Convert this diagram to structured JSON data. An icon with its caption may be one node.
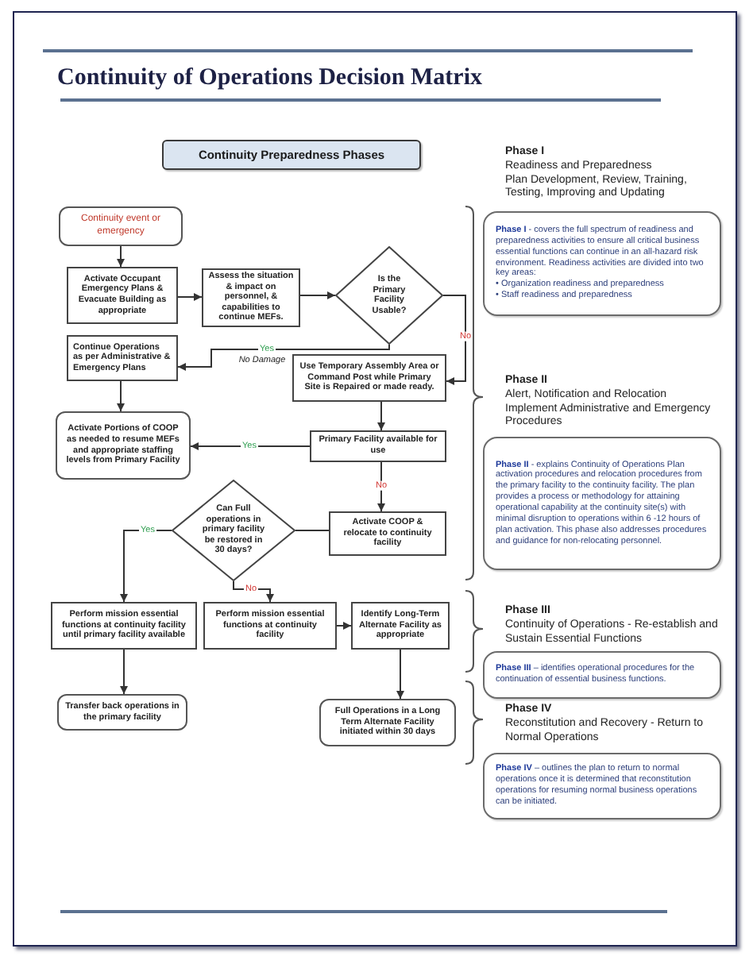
{
  "diagram": {
    "title": "Continuity of Operations Decision Matrix",
    "nodes": [
      {
        "text": [
          "Continuity Preparedness Phases"
        ]
      },
      {
        "text": [
          "Continuity event or emergency"
        ]
      },
      {
        "text": [
          "Activate Occupant Emergency Plans & Evacuate Building as appropriate"
        ]
      },
      {
        "text": [
          "Assess the situation & impact on personnel, & capabilities to continue MEFs."
        ]
      },
      {
        "text": [
          "Is the Primary Facility Usable?"
        ]
      },
      {
        "text": [
          "Continue Operations as per Administrative & Emergency Plans"
        ]
      },
      {
        "text": [
          "Use Temporary Assembly Area or Command Post while Primary Site is Repaired or made ready."
        ]
      },
      {
        "text": [
          "Activate Portions of COOP as needed to resume MEFs and appropriate staffing levels from Primary Facility"
        ]
      },
      {
        "text": [
          "Primary Facility available for use"
        ]
      },
      {
        "text": [
          "Can Full operations in primary facility be restored in 30 days?"
        ]
      },
      {
        "text": [
          "Activate COOP & relocate to continuity facility"
        ]
      },
      {
        "text": [
          "Perform mission essential functions at continuity facility until primary facility available"
        ]
      },
      {
        "text": [
          "Perform mission essential functions at continuity facility"
        ]
      },
      {
        "text": [
          "Identify Long-Term Alternate Facility as appropriate"
        ]
      },
      {
        "text": [
          "Transfer back operations in the primary facility"
        ]
      },
      {
        "text": [
          "Full Operations in a Long Term Alternate Facility initiated within 30 days"
        ]
      },
      {
        "text": [
          "**Phase I** - covers the full spectrum of readiness and preparedness activities to ensure all critical business essential functions can continue in an all-hazard risk environment. Readiness activities are divided into two key areas:",
          "• Organization readiness and preparedness",
          "• Staff readiness and preparedness"
        ],
        "beside": [
          "Phase I",
          "Readiness and Preparedness",
          "Plan Development, Review, Training, Testing, Improving and Updating"
        ]
      },
      {
        "text": [
          "**Phase II** - explains Continuity of Operations Plan activation procedures and relocation procedures from the primary facility to the continuity facility. The plan provides a process or methodology for attaining operational capability at the continuity site(s) with minimal disruption to operations within 6 -12 hours of plan activation. This phase also addresses procedures and guidance for non-relocating personnel."
        ],
        "beside": [
          "Phase II",
          "Alert, Notification and Relocation",
          "Implement Administrative and Emergency Procedures"
        ]
      },
      {
        "text": [
          "**Phase III** – identifies operational procedures for the continuation of essential business functions."
        ],
        "beside": [
          "Phase III",
          "Continuity of Operations - Re-establish and Sustain Essential Functions"
        ]
      },
      {
        "text": [
          "**Phase IV** – outlines the plan to return to normal operations once it is determined that reconstitution operations for resuming normal business operations can be initiated."
        ],
        "beside": [
          "Phase IV",
          "Reconstitution and Recovery - Return to Normal Operations"
        ]
      }
    ],
    "edges": [
      {
        "from": 1,
        "to": 2,
        "arrow": "to"
      },
      {
        "from": 2,
        "to": 3,
        "arrow": "to"
      },
      {
        "from": 3,
        "to": 4,
        "arrow": "to"
      },
      {
        "from": 4,
        "to": 5,
        "arrow": "to",
        "label": "Yes"
      },
      {
        "from": 4,
        "to": 6,
        "arrow": "to",
        "label": "No"
      },
      {
        "from": 5,
        "to": 7,
        "arrow": "to"
      },
      {
        "from": 6,
        "to": 8,
        "arrow": "to"
      },
      {
        "from": 8,
        "to": 7,
        "arrow": "to",
        "label": "Yes"
      },
      {
        "from": 8,
        "to": 10,
        "arrow": "to",
        "label": "No"
      },
      {
        "from": 10,
        "to": 9,
        "arrow": "none"
      },
      {
        "from": 9,
        "to": 11,
        "arrow": "to",
        "label": "Yes"
      },
      {
        "from": 9,
        "to": 12,
        "arrow": "to",
        "label": "No"
      },
      {
        "from": 12,
        "to": 13,
        "arrow": "to"
      },
      {
        "from": 11,
        "to": 14,
        "arrow": "to"
      },
      {
        "from": 13,
        "to": 15,
        "arrow": "to"
      }
    ],
    "labels": [
      "No Damage"
    ]
  }
}
